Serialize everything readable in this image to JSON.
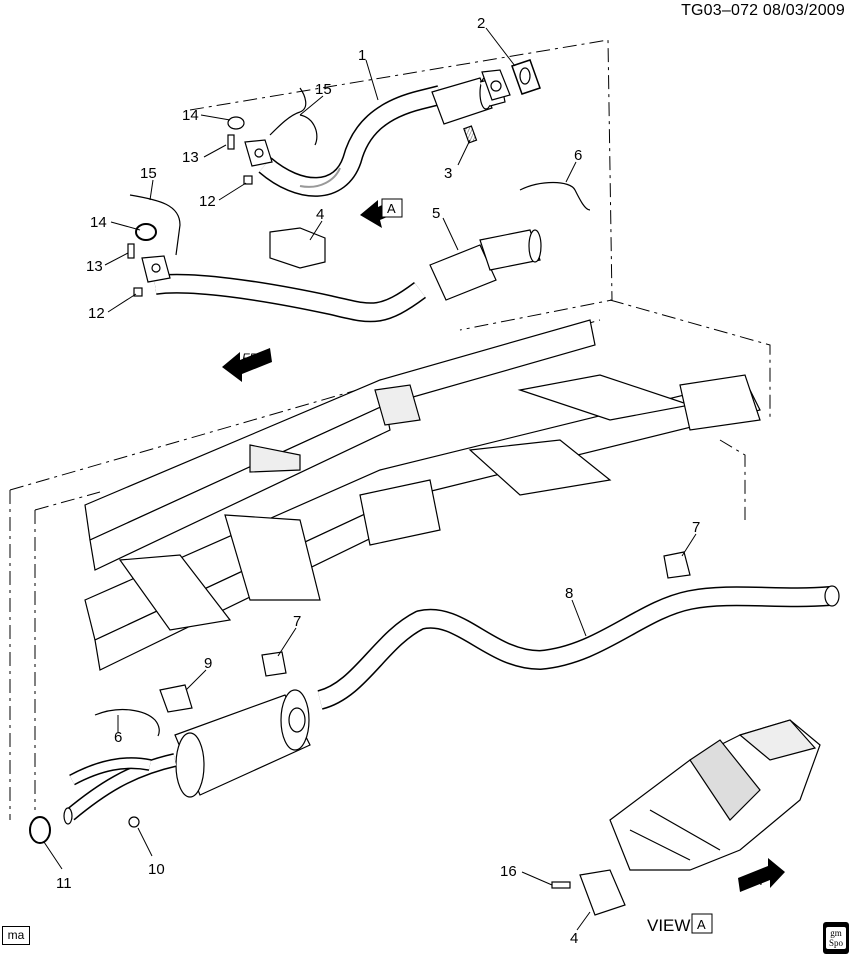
{
  "header": {
    "code_date": "TG03–072  08/03/2009"
  },
  "callouts": {
    "c1": "1",
    "c2": "2",
    "c3": "3",
    "c4a": "4",
    "c4b": "4",
    "c5": "5",
    "c6a": "6",
    "c6b": "6",
    "c7a": "7",
    "c7b": "7",
    "c8": "8",
    "c9": "9",
    "c10": "10",
    "c11": "11",
    "c12a": "12",
    "c12b": "12",
    "c13a": "13",
    "c13b": "13",
    "c14a": "14",
    "c14b": "14",
    "c15a": "15",
    "c15b": "15",
    "c16": "16"
  },
  "view_ref": {
    "box_letter": "A",
    "view_label": "VIEW",
    "view_letter": "A"
  },
  "front_indicator": {
    "label": "FRT"
  },
  "footer": {
    "left_tag": "ma",
    "logo_top": "gm",
    "logo_bottom": "Spo"
  },
  "colors": {
    "ink": "#000000",
    "paper": "#ffffff",
    "shade": "#d9d9d9",
    "dark": "#555555"
  }
}
